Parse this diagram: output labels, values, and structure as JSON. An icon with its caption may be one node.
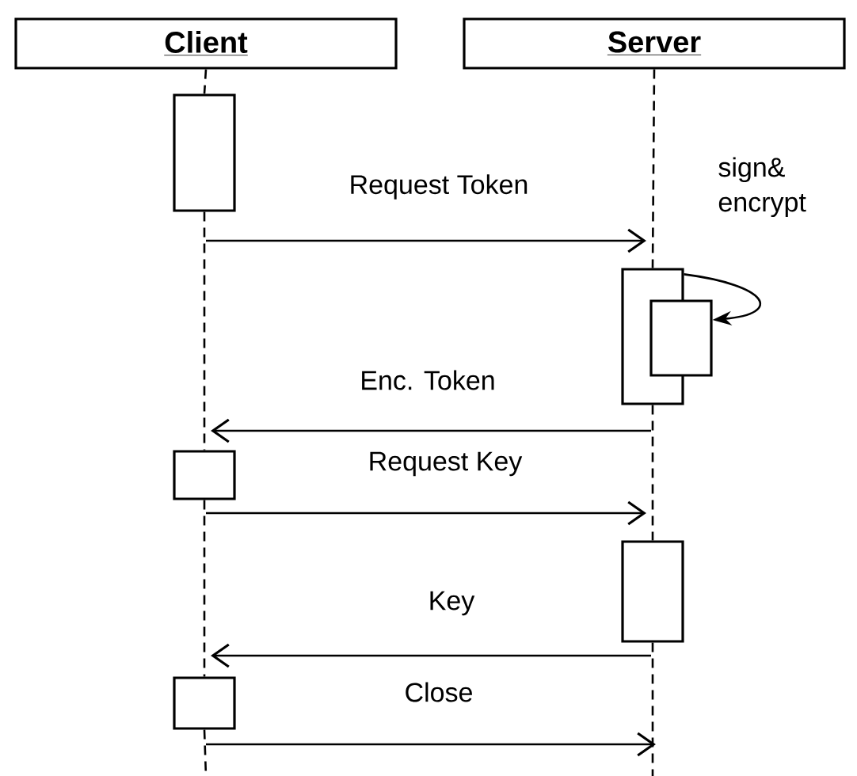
{
  "diagram": {
    "nodes": [
      {
        "text": [
          "Client"
        ]
      },
      {
        "text": [
          "Server"
        ]
      },
      {
        "text": [],
        "shape": "box"
      },
      {
        "text": [],
        "shape": "box"
      },
      {
        "text": [],
        "shape": "box"
      },
      {
        "text": [],
        "shape": "box"
      },
      {
        "text": [],
        "shape": "box"
      },
      {
        "text": [],
        "shape": "box"
      }
    ],
    "edges": [
      {
        "from": 0,
        "to": 2,
        "arrow": "none",
        "style": "dashed"
      },
      {
        "from": 2,
        "to": 5,
        "arrow": "none",
        "style": "dashed"
      },
      {
        "from": 5,
        "to": 7,
        "arrow": "none",
        "style": "dashed"
      },
      {
        "from": 7,
        "to": null,
        "arrow": "none",
        "style": "dashed"
      },
      {
        "from": 1,
        "to": 3,
        "arrow": "none",
        "style": "dashed"
      },
      {
        "from": 3,
        "to": 6,
        "arrow": "none",
        "style": "dashed"
      },
      {
        "from": 6,
        "to": null,
        "arrow": "none",
        "style": "dashed"
      },
      {
        "from": 2,
        "to": 3,
        "arrow": "to",
        "label": "Request Token"
      },
      {
        "from": 3,
        "to": 4,
        "arrow": "to",
        "label": "sign& encrypt"
      },
      {
        "from": 3,
        "to": 5,
        "arrow": "to",
        "label": "Enc. Token"
      },
      {
        "from": 5,
        "to": 6,
        "arrow": "to",
        "label": "Request Key"
      },
      {
        "from": 6,
        "to": 7,
        "arrow": "to",
        "label": "Key"
      },
      {
        "from": 7,
        "to": null,
        "arrow": "to",
        "label": "Close"
      }
    ]
  }
}
